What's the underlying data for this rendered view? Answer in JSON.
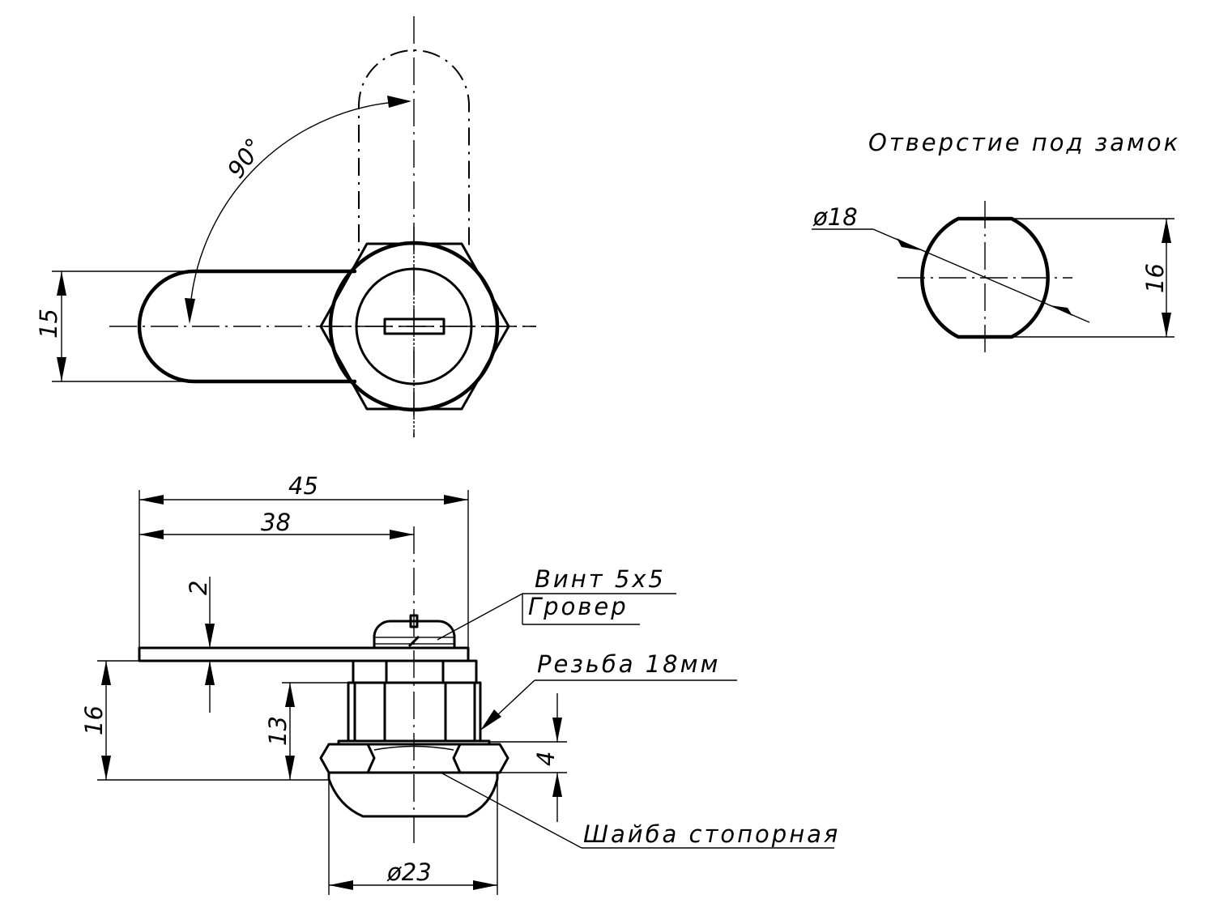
{
  "title": "Отверстие под замок",
  "angle_label": "90°",
  "top_view": {
    "width_label": "15"
  },
  "hole_view": {
    "diameter_label": "ø18",
    "flat_label": "16"
  },
  "side_view": {
    "length_total_label": "45",
    "length_axis_label": "38",
    "cam_thickness_label": "2",
    "height_label": "16",
    "thread_length_label": "13",
    "nut_height_label": "4",
    "head_diameter_label": "ø23"
  },
  "callouts": {
    "screw": "Винт 5х5",
    "spring_washer": "Гровер",
    "thread": "Резьба 18мм",
    "lock_washer": "Шайба стопорная"
  }
}
